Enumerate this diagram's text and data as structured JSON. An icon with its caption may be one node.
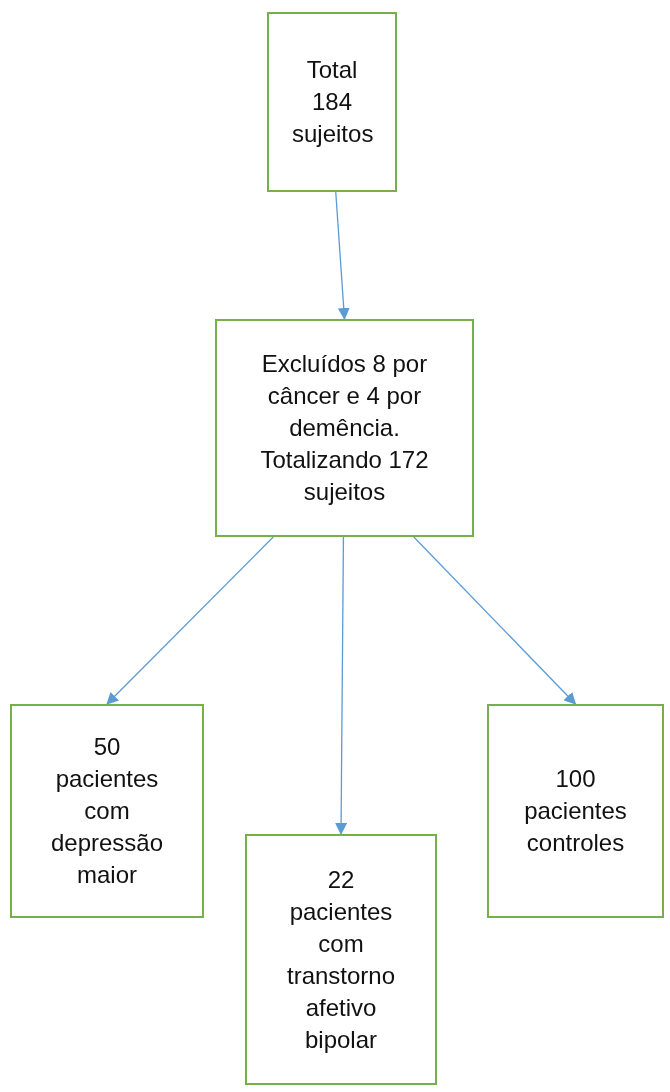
{
  "diagram": {
    "nodes": [
      {
        "text": [
          "Total 184 sujeitos"
        ]
      },
      {
        "text": [
          "Excluídos 8 por câncer e 4 por demência. Totalizando 172 sujeitos"
        ]
      },
      {
        "text": [
          "50 pacientes com depressão maior"
        ]
      },
      {
        "text": [
          "22 pacientes com transtorno afetivo bipolar"
        ]
      },
      {
        "text": [
          "100 pacientes controles"
        ]
      }
    ],
    "edges": [
      {
        "from": 0,
        "to": 1,
        "arrow": "to"
      },
      {
        "from": 1,
        "to": 2,
        "arrow": "to"
      },
      {
        "from": 1,
        "to": 3,
        "arrow": "to"
      },
      {
        "from": 1,
        "to": 4,
        "arrow": "to"
      }
    ]
  }
}
